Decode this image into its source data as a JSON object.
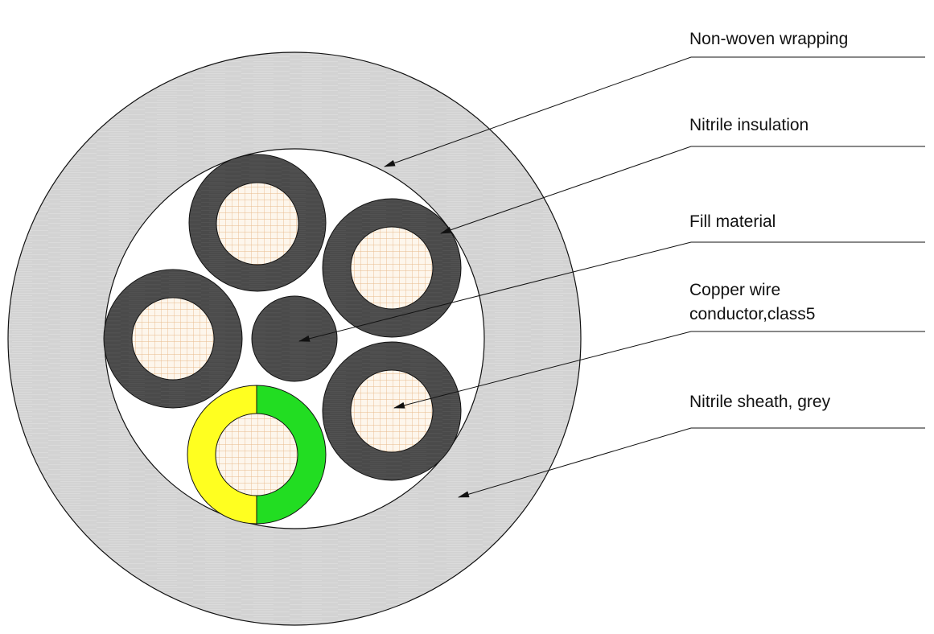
{
  "callouts": [
    {
      "id": "wrapping",
      "text": "Non-woven wrapping"
    },
    {
      "id": "insulation",
      "text": "Nitrile insulation"
    },
    {
      "id": "fill",
      "text": "Fill material"
    },
    {
      "id": "conductor",
      "line1": "Copper wire",
      "line2": "conductor,class5"
    },
    {
      "id": "sheath",
      "text": "Nitrile sheath, grey"
    }
  ],
  "colors": {
    "sheath": "#d3d3d3",
    "wrapping": "#ffffff",
    "insulation": "#4a4a4a",
    "fill": "#474747",
    "copper": "#fdf6ec",
    "copper_grid": "#e8b98a",
    "earth_yellow": "#ffff20",
    "earth_green": "#22dd22",
    "line": "#111111"
  }
}
